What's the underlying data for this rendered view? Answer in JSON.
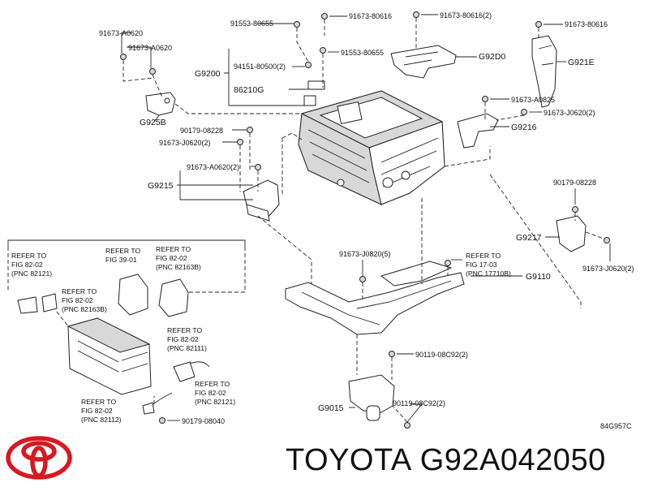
{
  "brand": {
    "make": "TOYOTA",
    "part_number": "G92A042050",
    "logo_color": "#d71920"
  },
  "diagram_code": "84G957C",
  "callouts": {
    "c_91673_A0620_a": "91673-A0620",
    "c_91673_A0620_b": "91673-A0620",
    "c_91553_80655_a": "91553-80655",
    "c_91673_80616_a": "91673-80616",
    "c_91673_80616_2": "91673-80616(2)",
    "c_91673_80616_b": "91673-80616",
    "c_94151_80500": "94151-80500(2)",
    "c_91553_80655_b": "91553-80655",
    "c_G92D0": "G92D0",
    "c_G921E": "G921E",
    "c_G9200": "G9200",
    "c_86210G": "86210G",
    "c_G925B": "G925B",
    "c_91673_A0825": "91673-A0825",
    "c_91673_J0620_2a": "91673-J0620(2)",
    "c_G9216": "G9216",
    "c_90179_08228_a": "90179-08228",
    "c_91673_J0620_2b": "91673-J0620(2)",
    "c_91673_A0620_2": "91673-A0620(2)",
    "c_G9215": "G9215",
    "c_90179_08228_b": "90179-08228",
    "c_G9217": "G9217",
    "c_91673_J0620_2c": "91673-J0620(2)",
    "c_91673_J0820_5": "91673-J0820(5)",
    "c_G9110": "G9110",
    "c_90119_08C92": "90119-08C92(2)",
    "c_G9015": "G9015",
    "c_90119_08C92_b": "90119-08C92(2)",
    "c_90179_08040": "90179-08040"
  },
  "refer_blocks": {
    "r1": [
      "REFER TO",
      "FIG 82-02",
      "(PNC 82121)"
    ],
    "r2": [
      "REFER TO",
      "FIG 82-02",
      "(PNC 82163B)"
    ],
    "r3": [
      "REFER TO",
      "FIG 39-01"
    ],
    "r4": [
      "REFER TO",
      "FIG 82-02",
      "(PNC 82163B)"
    ],
    "r5": [
      "REFER TO",
      "FIG 82-02",
      "(PNC 82111)"
    ],
    "r6": [
      "REFER TO",
      "FIG 82-02",
      "(PNC 82121)"
    ],
    "r7": [
      "REFER TO",
      "FIG 82-02",
      "(PNC 82112)"
    ],
    "r8": [
      "REFER TO",
      "FIG 17-03",
      "(PNC 17710B)"
    ]
  }
}
